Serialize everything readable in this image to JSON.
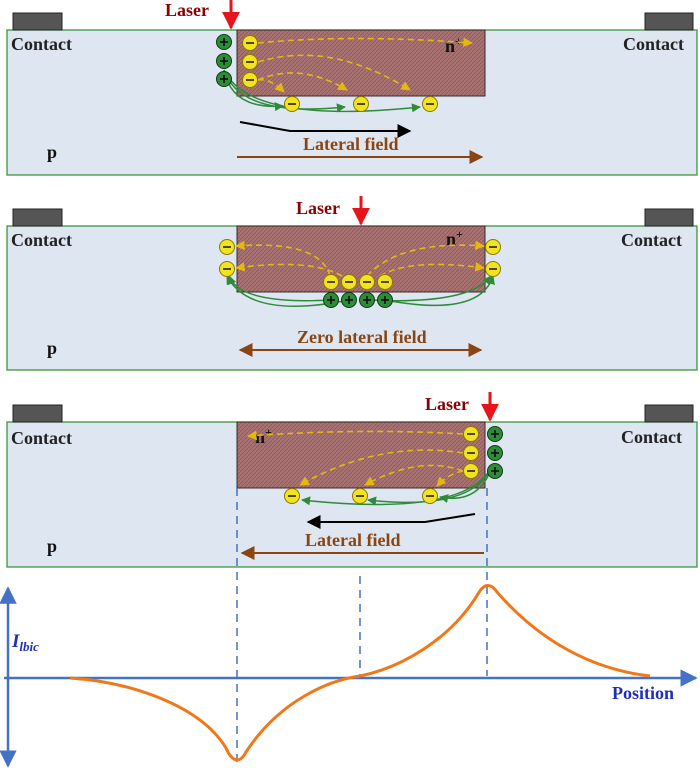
{
  "panels": [
    {
      "contact_left": "Contact",
      "contact_right": "Contact",
      "laser": "Laser",
      "n_region": "n",
      "n_sup": "+",
      "p_region": "p",
      "field_label": "Lateral field"
    },
    {
      "contact_left": "Contact",
      "contact_right": "Contact",
      "laser": "Laser",
      "n_region": "n",
      "n_sup": "+",
      "p_region": "p",
      "field_label": "Zero lateral field"
    },
    {
      "contact_left": "Contact",
      "contact_right": "Contact",
      "laser": "Laser",
      "n_region": "n",
      "n_sup": "+",
      "p_region": "p",
      "field_label": "Lateral field"
    }
  ],
  "graph": {
    "ylabel_main": "I",
    "ylabel_sub": "lbic",
    "xlabel": "Position"
  },
  "colors": {
    "device_fill": "#dde6f1",
    "device_stroke": "#2f8f2f",
    "n_fill": "#a97272",
    "electron_fill": "#f2e21f",
    "hole_fill": "#2e8b3a",
    "laser": "#e8141c",
    "contact_text": "#222222",
    "field_text": "#8b4513",
    "curve": "#f07818",
    "axis": "#4472c4",
    "axis_text": "#1f2fb8"
  }
}
